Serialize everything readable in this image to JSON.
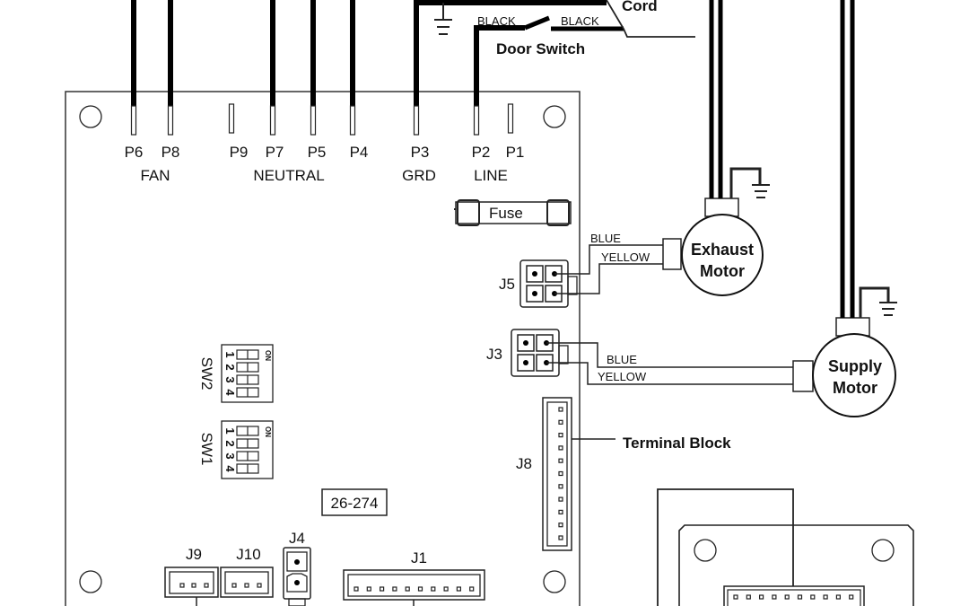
{
  "diagram": {
    "board_id": "26-274",
    "terminals": [
      {
        "id": "P6",
        "connected": true
      },
      {
        "id": "P8",
        "connected": true
      },
      {
        "id": "P9",
        "connected": false
      },
      {
        "id": "P7",
        "connected": true
      },
      {
        "id": "P5",
        "connected": true
      },
      {
        "id": "P4",
        "connected": true
      },
      {
        "id": "P3",
        "connected": true
      },
      {
        "id": "P2",
        "connected": true
      },
      {
        "id": "P1",
        "connected": false
      }
    ],
    "terminal_groups": {
      "fan": "FAN",
      "neutral": "NEUTRAL",
      "grd": "GRD",
      "line": "LINE"
    },
    "cord_label": "Cord",
    "door_switch": {
      "label": "Door Switch",
      "wire_left": "BLACK",
      "wire_right": "BLACK"
    },
    "fuse_label": "Fuse",
    "exhaust_motor": {
      "line1": "Exhaust",
      "line2": "Motor",
      "wire_top": "BLUE",
      "wire_bottom": "YELLOW",
      "connector": "J5"
    },
    "supply_motor": {
      "line1": "Supply",
      "line2": "Motor",
      "wire_top": "BLUE",
      "wire_bottom": "YELLOW",
      "connector": "J3"
    },
    "terminal_block": {
      "label": "Terminal Block",
      "connector": "J8",
      "pins": 11
    },
    "dip_switches": [
      {
        "id": "SW2",
        "on_label": "ON",
        "positions": [
          "1",
          "2",
          "3",
          "4"
        ]
      },
      {
        "id": "SW1",
        "on_label": "ON",
        "positions": [
          "1",
          "2",
          "3",
          "4"
        ]
      }
    ],
    "connectors_bottom": [
      {
        "id": "J9",
        "pins": 3
      },
      {
        "id": "J10",
        "pins": 3
      },
      {
        "id": "J4",
        "pins": 2
      },
      {
        "id": "J1",
        "pins": 10
      }
    ],
    "display_board_connector_pins": 10
  }
}
